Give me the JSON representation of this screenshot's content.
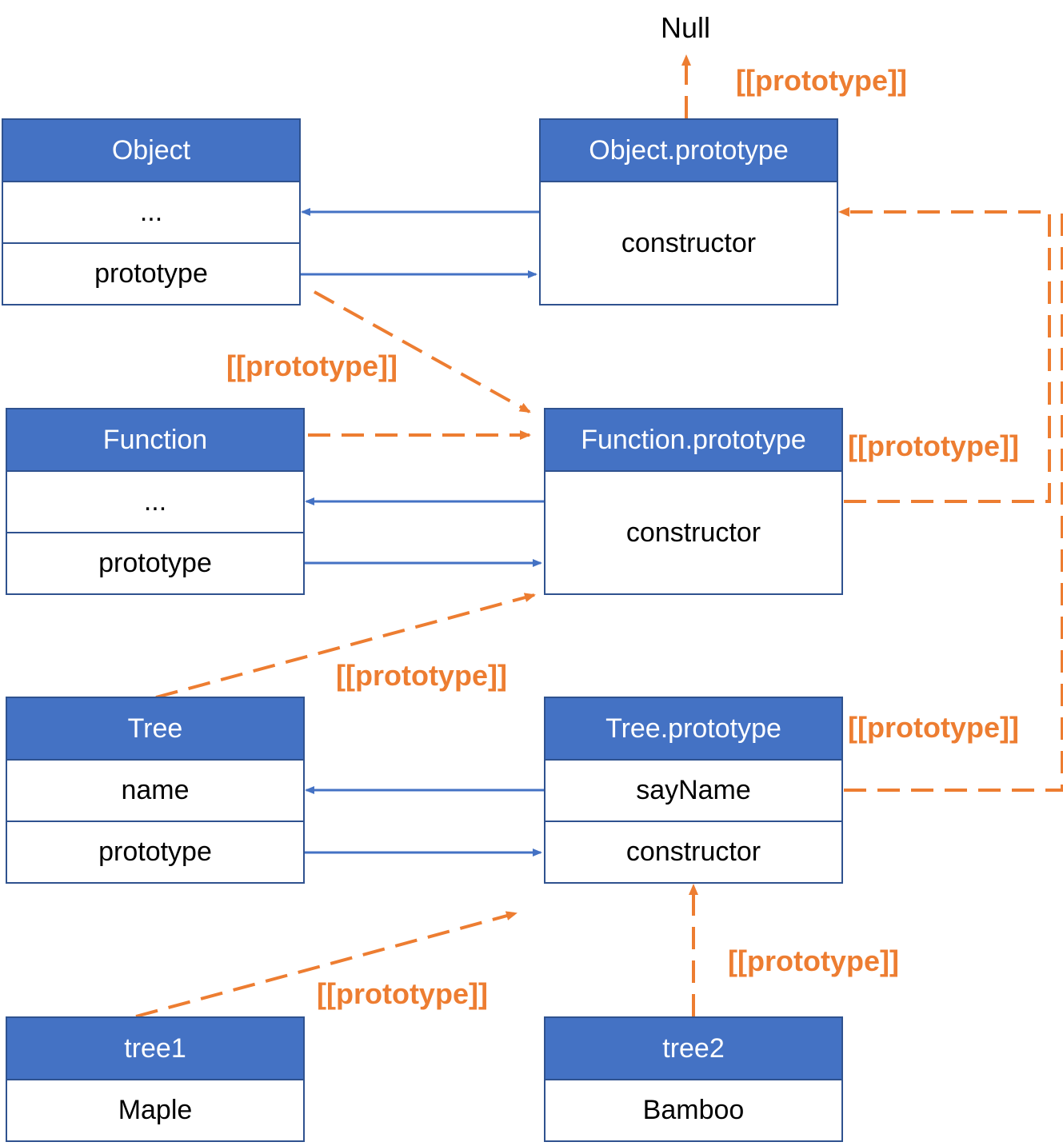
{
  "null_label": "Null",
  "proto_label": "[[prototype]]",
  "colors": {
    "header": "#4472c4",
    "border": "#2f528f",
    "link_blue": "#4472c4",
    "link_orange": "#ed7d31"
  },
  "boxes": {
    "object": {
      "title": "Object",
      "rows": [
        "...",
        "prototype"
      ]
    },
    "object_prototype": {
      "title": "Object.prototype",
      "rows": [
        "constructor"
      ]
    },
    "function": {
      "title": "Function",
      "rows": [
        "...",
        "prototype"
      ]
    },
    "function_prototype": {
      "title": "Function.prototype",
      "rows": [
        "constructor"
      ]
    },
    "tree": {
      "title": "Tree",
      "rows": [
        "name",
        "prototype"
      ]
    },
    "tree_prototype": {
      "title": "Tree.prototype",
      "rows": [
        "sayName",
        "constructor"
      ]
    },
    "tree1": {
      "title": "tree1",
      "rows": [
        "Maple"
      ]
    },
    "tree2": {
      "title": "tree2",
      "rows": [
        "Bamboo"
      ]
    }
  }
}
